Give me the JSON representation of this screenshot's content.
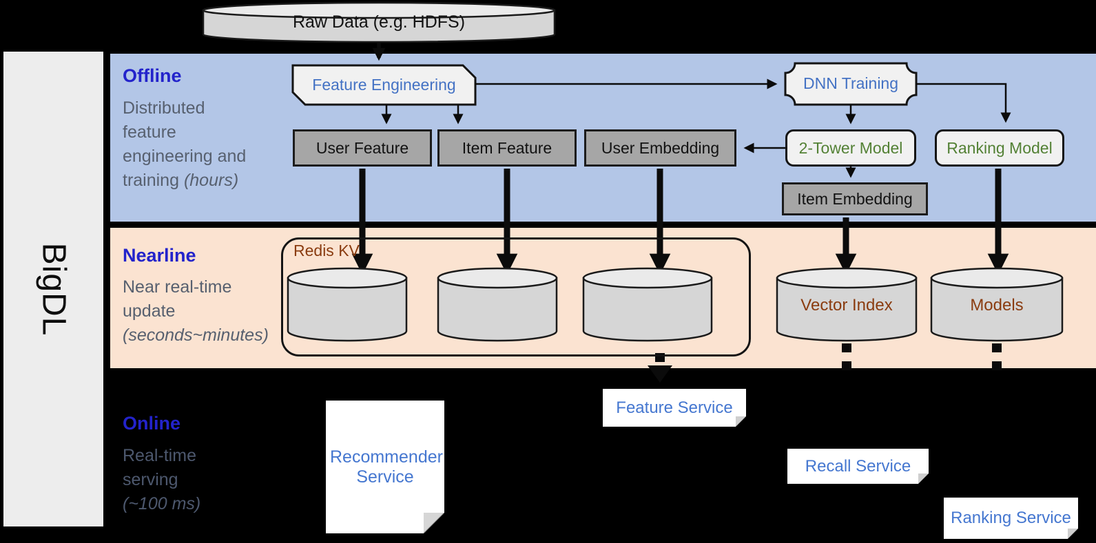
{
  "brand": {
    "name": "BigDL"
  },
  "datasource": {
    "label": "Raw Data (e.g. HDFS)"
  },
  "lanes": {
    "offline": {
      "title": "Offline",
      "caption": [
        "Distributed",
        "feature",
        "engineering and"
      ],
      "caption_tail": "training ",
      "caption_tail_italic": "(hours)"
    },
    "nearline": {
      "title": "Nearline",
      "caption": [
        "Near real-time",
        "update"
      ],
      "caption_tail_italic": "(seconds~minutes)"
    },
    "online": {
      "title": "Online",
      "caption": [
        "Real-time",
        "serving"
      ],
      "caption_tail_italic": "(~100 ms)"
    }
  },
  "nodes": {
    "feature_engineering": "Feature Engineering",
    "dnn_training": "DNN Training",
    "user_feature": "User Feature",
    "item_feature": "Item Feature",
    "user_embedding": "User Embedding",
    "two_tower_model": "2-Tower Model",
    "ranking_model": "Ranking Model",
    "item_embedding": "Item Embedding",
    "redis_kv": "Redis KV",
    "vector_index": "Vector Index",
    "models": "Models",
    "recommender_service": "Recommender Service",
    "feature_service": "Feature Service",
    "recall_service": "Recall Service",
    "ranking_service": "Ranking Service"
  },
  "colors": {
    "background": "#000000",
    "offline_band": "#b3c6e7",
    "nearline_band": "#fbe3d1",
    "sidebar_fill": "#ededed",
    "heading_blue": "#2323cb",
    "caption_gray": "#57606f",
    "node_text_blue": "#4472c4",
    "node_text_green": "#538135",
    "storage_text_brown": "#8a3c10",
    "gray_box_fill": "#a6a6a6",
    "light_box_fill": "#f1f1f1",
    "cylinder_fill": "#d6d6d6"
  }
}
